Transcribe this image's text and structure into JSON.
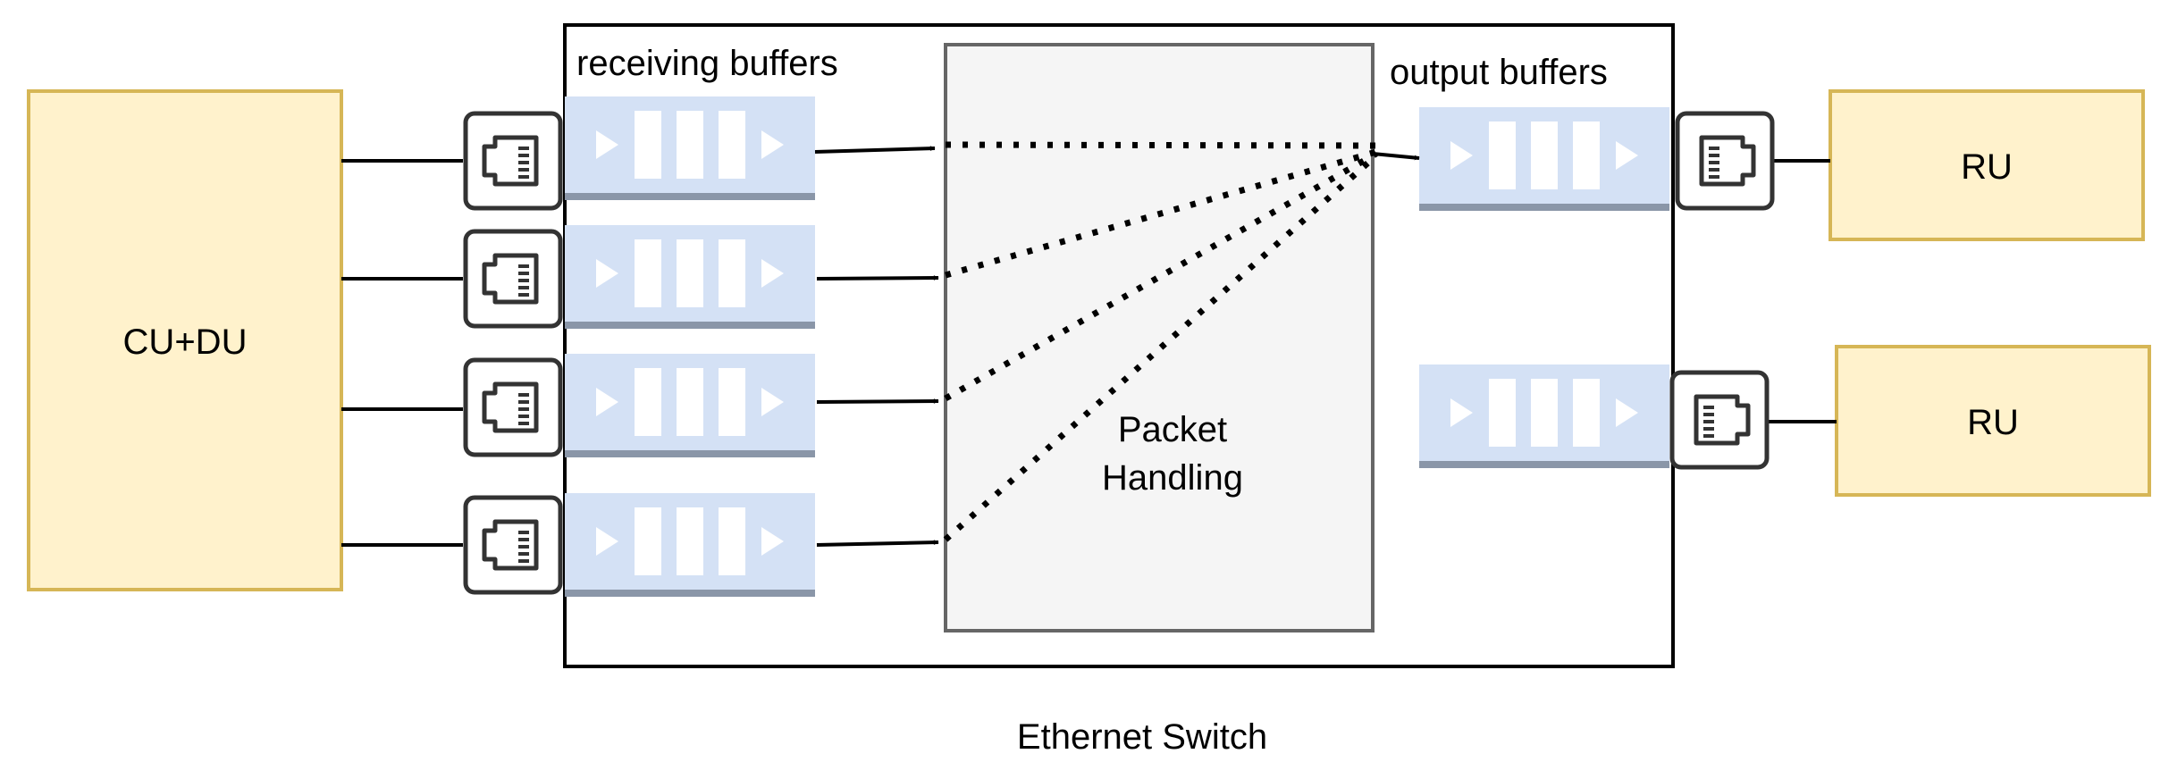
{
  "labels": {
    "cu_du": "CU+DU",
    "ru_top": "RU",
    "ru_bottom": "RU",
    "receiving_buffers": "receiving buffers",
    "output_buffers": "output buffers",
    "packet_handling_line1": "Packet",
    "packet_handling_line2": "Handling",
    "switch_caption": "Ethernet Switch"
  },
  "icons": {
    "port": "ethernet-port-icon",
    "buffer": "queue-buffer-icon"
  },
  "colors": {
    "node_fill": "#fff2cc",
    "node_stroke": "#d6b656",
    "buffer_fill": "#d4e1f5",
    "buffer_bar": "#8a96a8",
    "handling_fill": "#f5f5f5",
    "handling_stroke": "#666666",
    "port_stroke": "#333333"
  }
}
